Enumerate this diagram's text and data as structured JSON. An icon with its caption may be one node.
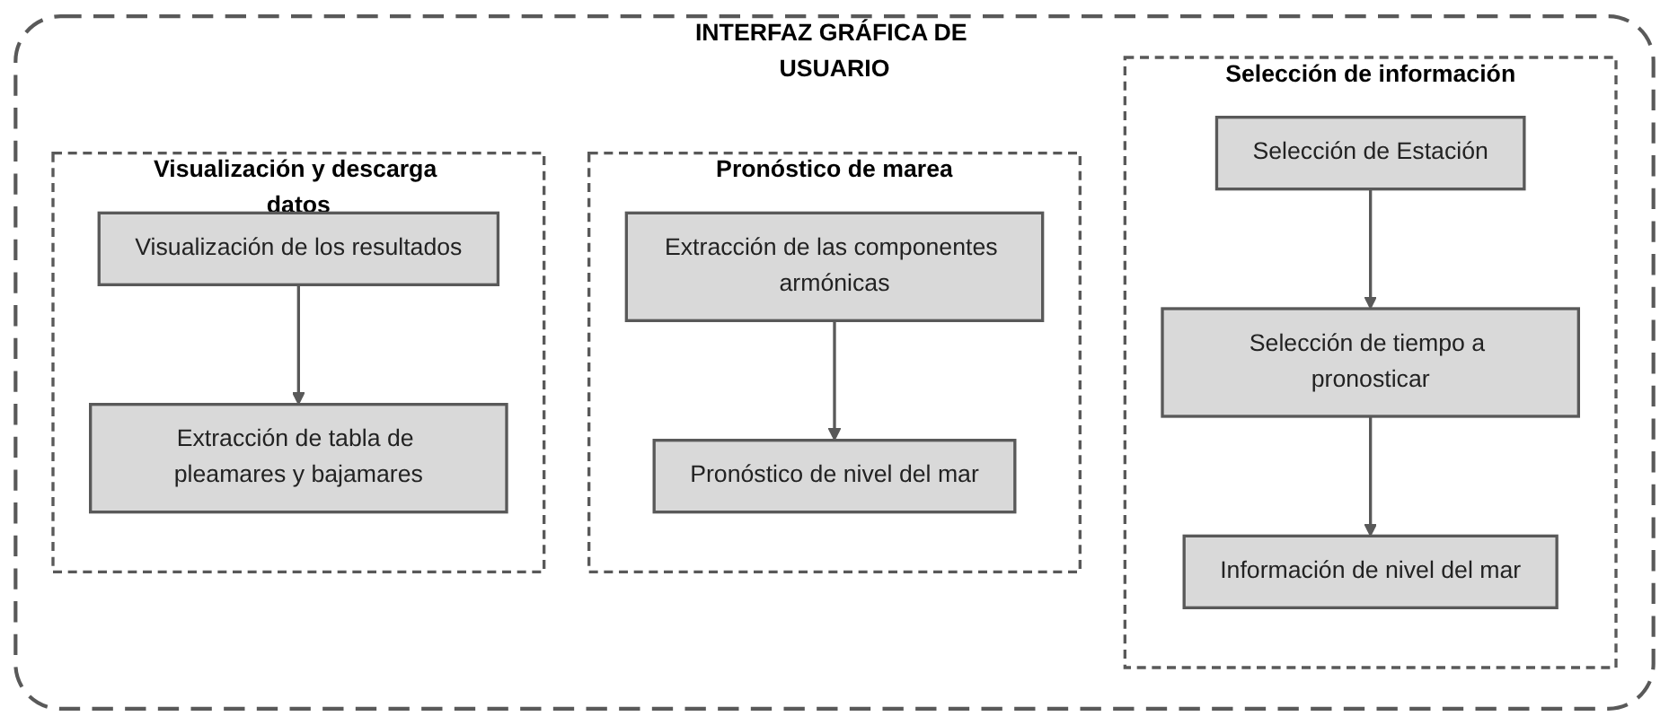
{
  "diagram": {
    "nodes": [
      {
        "text": [
          "INTERFAZ GRÁFICA DE USUARIO"
        ]
      },
      {
        "text": [
          "Selección de información"
        ],
        "in": 0
      },
      {
        "text": [
          "Selección de Estación"
        ],
        "in": 1
      },
      {
        "text": [
          "Selección de tiempo a pronosticar"
        ],
        "in": 1
      },
      {
        "text": [
          "Información de nivel del mar"
        ],
        "in": 1
      },
      {
        "text": [
          "Pronóstico de marea"
        ],
        "in": 0
      },
      {
        "text": [
          "Extracción de las componentes armónicas"
        ],
        "in": 5
      },
      {
        "text": [
          "Pronóstico de nivel del mar"
        ],
        "in": 5
      },
      {
        "text": [
          "Visualización y descarga datos"
        ],
        "in": 0
      },
      {
        "text": [
          "Visualización de los resultados"
        ],
        "in": 8
      },
      {
        "text": [
          "Extracción de tabla de pleamares y bajamares"
        ],
        "in": 8
      }
    ],
    "edges": [
      {
        "from": 2,
        "to": 3,
        "arrow": "to"
      },
      {
        "from": 3,
        "to": 4,
        "arrow": "to"
      },
      {
        "from": 6,
        "to": 7,
        "arrow": "to"
      },
      {
        "from": 9,
        "to": 10,
        "arrow": "to"
      }
    ]
  }
}
